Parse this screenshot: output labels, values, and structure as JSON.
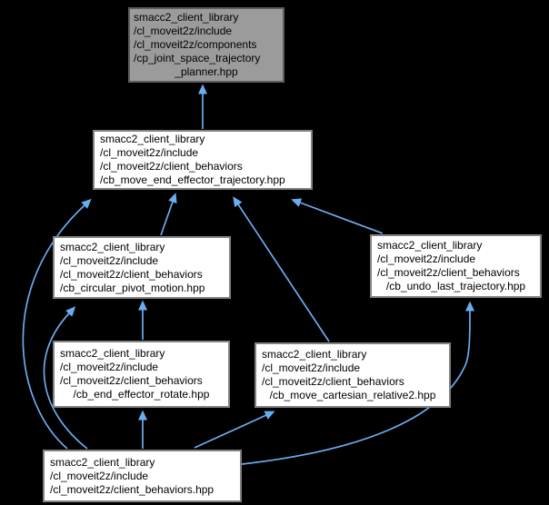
{
  "diagram": {
    "type": "include-dependency-graph",
    "colors": {
      "background": "#000000",
      "edge": "#6aacf0",
      "node_fill": "#ffffff",
      "node_border": "#828282",
      "current_fill": "#9b9b9b",
      "current_border": "#5e5e5e",
      "text": "#000000"
    },
    "nodes": [
      {
        "id": "planner",
        "current": true,
        "lines": [
          "smacc2_client_library",
          "/cl_moveit2z/include",
          "/cl_moveit2z/components",
          "/cp_joint_space_trajectory",
          "_planner.hpp"
        ]
      },
      {
        "id": "trajectory",
        "current": false,
        "lines": [
          "smacc2_client_library",
          "/cl_moveit2z/include",
          "/cl_moveit2z/client_behaviors",
          "/cb_move_end_effector_trajectory.hpp"
        ]
      },
      {
        "id": "pivot",
        "current": false,
        "lines": [
          "smacc2_client_library",
          "/cl_moveit2z/include",
          "/cl_moveit2z/client_behaviors",
          "/cb_circular_pivot_motion.hpp"
        ]
      },
      {
        "id": "undo",
        "current": false,
        "lines": [
          "smacc2_client_library",
          "/cl_moveit2z/include",
          "/cl_moveit2z/client_behaviors",
          "/cb_undo_last_trajectory.hpp"
        ]
      },
      {
        "id": "rotate",
        "current": false,
        "lines": [
          "smacc2_client_library",
          "/cl_moveit2z/include",
          "/cl_moveit2z/client_behaviors",
          "/cb_end_effector_rotate.hpp"
        ]
      },
      {
        "id": "cartesian",
        "current": false,
        "lines": [
          "smacc2_client_library",
          "/cl_moveit2z/include",
          "/cl_moveit2z/client_behaviors",
          "/cb_move_cartesian_relative2.hpp"
        ]
      },
      {
        "id": "behaviors",
        "current": false,
        "lines": [
          "smacc2_client_library",
          "/cl_moveit2z/include",
          "/cl_moveit2z/client_behaviors.hpp"
        ]
      }
    ],
    "edges": [
      {
        "from": "trajectory",
        "to": "planner"
      },
      {
        "from": "pivot",
        "to": "trajectory"
      },
      {
        "from": "cartesian",
        "to": "trajectory"
      },
      {
        "from": "undo",
        "to": "trajectory"
      },
      {
        "from": "behaviors",
        "to": "trajectory"
      },
      {
        "from": "behaviors",
        "to": "pivot"
      },
      {
        "from": "behaviors",
        "to": "rotate"
      },
      {
        "from": "behaviors",
        "to": "cartesian"
      },
      {
        "from": "behaviors",
        "to": "undo"
      },
      {
        "from": "rotate",
        "to": "pivot"
      }
    ]
  }
}
